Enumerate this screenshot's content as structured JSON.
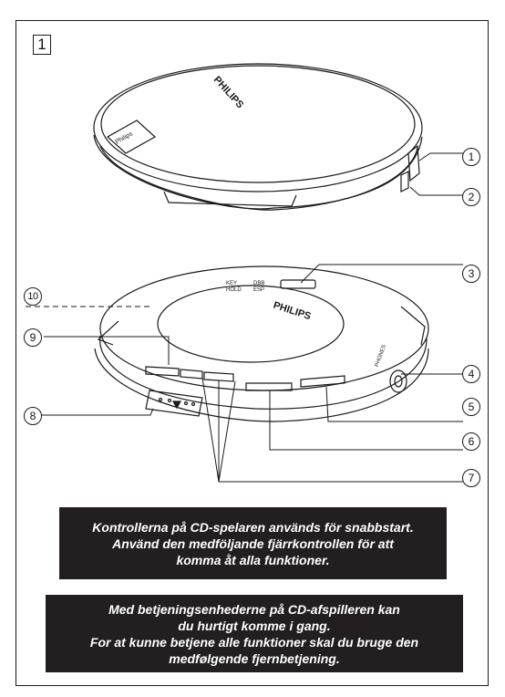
{
  "figure": {
    "number": "1"
  },
  "brand": {
    "logo_text": "PHILIPS",
    "side_label": "Philips"
  },
  "device": {
    "top_label_1": "KEY\nHOLD",
    "top_label_2": "DBB\nESP",
    "side_label": "PHONES"
  },
  "callouts": [
    "1",
    "2",
    "3",
    "4",
    "5",
    "6",
    "7",
    "8",
    "9",
    "10"
  ],
  "notices": {
    "swedish": "Kontrollerna på CD-spelaren används för snabbstart.\nAnvänd den medföljande fjärrkontrollen för att\nkomma åt alla funktioner.",
    "danish": "Med betjeningsenhederne på CD-afspilleren kan\ndu hurtigt komme i gang.\nFor at kunne betjene alle funktioner skal du bruge den\nmedfølgende fjernbetjening."
  },
  "colors": {
    "notice_bg": "#231f20",
    "notice_text": "#ffffff",
    "line": "#1a1a1a"
  }
}
